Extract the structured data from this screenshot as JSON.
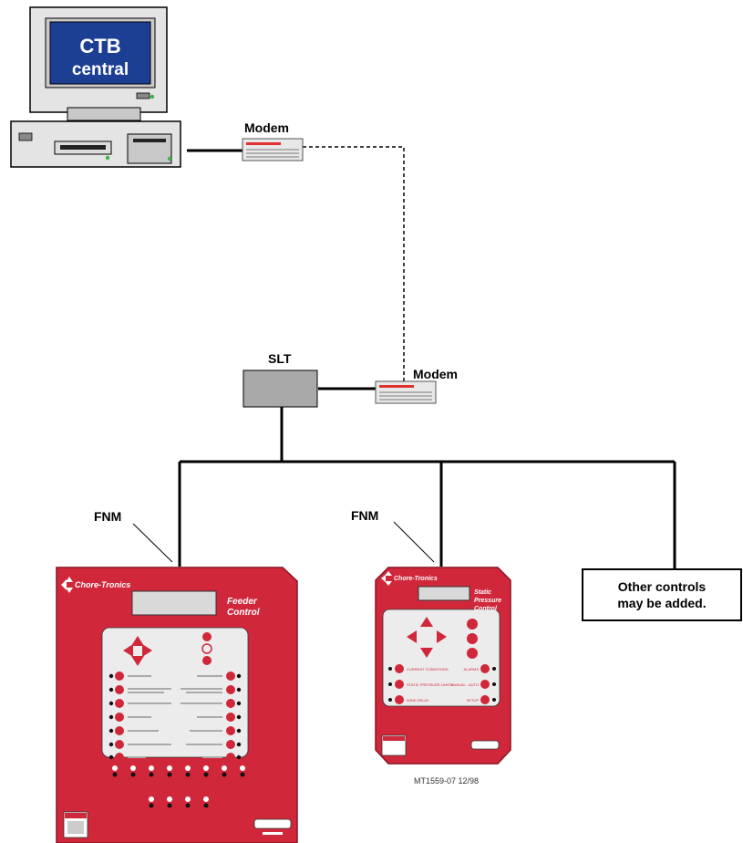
{
  "computer": {
    "line1": "CTB",
    "line2": "central"
  },
  "modem_top_label": "Modem",
  "modem_slt_label": "Modem",
  "slt_label": "SLT",
  "fnm_left_label": "FNM",
  "fnm_mid_label": "FNM",
  "feeder_panel": {
    "brand": "Chore-Tronics",
    "title_line1": "Feeder",
    "title_line2": "Control"
  },
  "static_panel": {
    "brand": "Chore-Tronics",
    "title_line1": "Static",
    "title_line2": "Pressure",
    "title_line3": "Control",
    "left_buttons": [
      "CURRENT CONDITIONS",
      "STATIC PRESSURE LIMITS",
      "WIND DELAY"
    ],
    "right_buttons": [
      "ALARMS",
      "MANUAL - AUTO",
      "SETUP"
    ]
  },
  "other_controls": {
    "line1": "Other controls",
    "line2": "may be added."
  },
  "caption": "MT1559-07 12/98",
  "colors": {
    "panel_red": "#d0283a",
    "screen_blue": "#1c3f94",
    "device_gray": "#a9a9a9"
  }
}
